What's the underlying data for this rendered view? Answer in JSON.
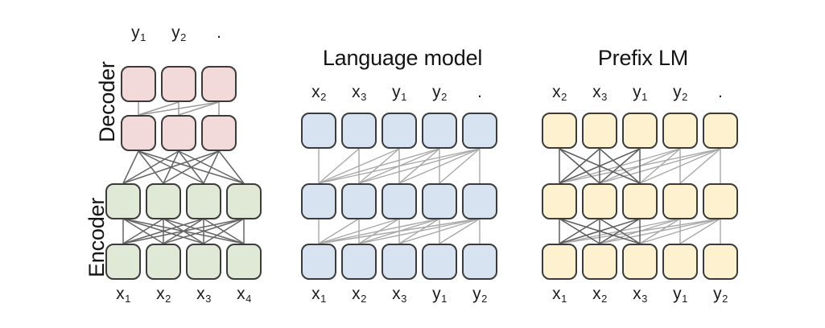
{
  "figure": {
    "type": "diagram",
    "subject": "Transformer architecture variants attention mask patterns",
    "background": "#ffffff",
    "panels": [
      {
        "id": "encoder-decoder",
        "title": "",
        "side_labels": [
          "Decoder",
          "Encoder"
        ],
        "colors": {
          "decoder": "#f2dadb",
          "encoder": "#dfe9d6",
          "border": "#3b3b3b"
        },
        "decoder_top_tokens": [
          "y₁",
          "y₂",
          "."
        ],
        "encoder_bottom_tokens": [
          "x₁",
          "x₂",
          "x₃",
          "x₄"
        ],
        "decoder_columns": 3,
        "encoder_columns": 4,
        "decoder_rows": 2,
        "encoder_rows": 2
      },
      {
        "id": "language-model",
        "title": "Language model",
        "side_labels": [],
        "colors": {
          "cell": "#d7e3f1",
          "border": "#3b3b3b"
        },
        "top_tokens": [
          "x₂",
          "x₃",
          "y₁",
          "y₂",
          "."
        ],
        "bottom_tokens": [
          "x₁",
          "x₂",
          "x₃",
          "y₁",
          "y₂"
        ],
        "columns": 5,
        "rows": 3
      },
      {
        "id": "prefix-lm",
        "title": "Prefix LM",
        "side_labels": [],
        "colors": {
          "cell": "#fdf1cf",
          "border": "#3b3b3b"
        },
        "top_tokens": [
          "x₂",
          "x₃",
          "y₁",
          "y₂",
          "."
        ],
        "bottom_tokens": [
          "x₁",
          "x₂",
          "x₃",
          "y₁",
          "y₂"
        ],
        "columns": 5,
        "rows": 3,
        "prefix_length": 3
      }
    ],
    "tokens": {
      "y1": "y",
      "y2": "y",
      "x1": "x",
      "x2": "x",
      "x3": "x",
      "x4": "x",
      "sub1": "1",
      "sub2": "2",
      "sub3": "3",
      "sub4": "4",
      "period": "."
    },
    "labels": {
      "decoder": "Decoder",
      "encoder": "Encoder",
      "language_model": "Language model",
      "prefix_lm": "Prefix LM"
    },
    "wire_colors": {
      "dark": "#5c5c5c",
      "light": "#b8b8b8"
    }
  }
}
